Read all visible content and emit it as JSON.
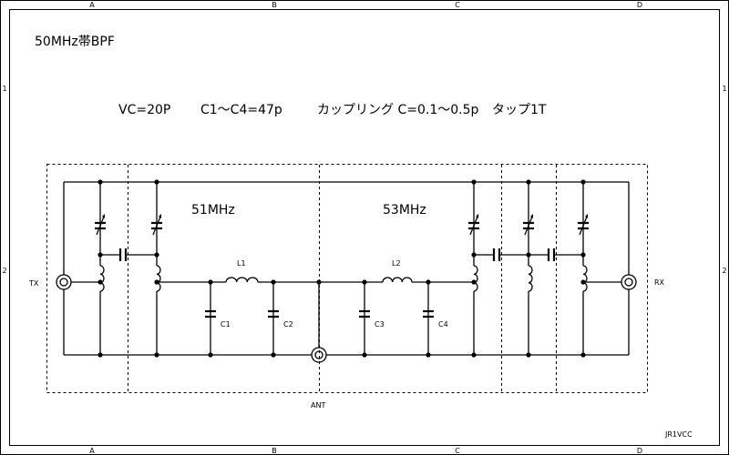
{
  "frame": {
    "columns": [
      "A",
      "B",
      "C",
      "D"
    ],
    "rows": [
      "1",
      "2"
    ]
  },
  "title": "50MHz帯BPF",
  "specs": {
    "vc": "VC=20P",
    "c": "C1〜C4=47p",
    "coupling": "カップリング C=0.1〜0.5p",
    "tap": "タップ1T"
  },
  "sections": {
    "left_freq": "51MHz",
    "right_freq": "53MHz"
  },
  "ports": {
    "tx": "TX",
    "rx": "RX",
    "ant": "ANT"
  },
  "components": {
    "l1": "L1",
    "l2": "L2",
    "c1": "C1",
    "c2": "C2",
    "c3": "C3",
    "c4": "C4"
  },
  "author": "JR1VCC"
}
